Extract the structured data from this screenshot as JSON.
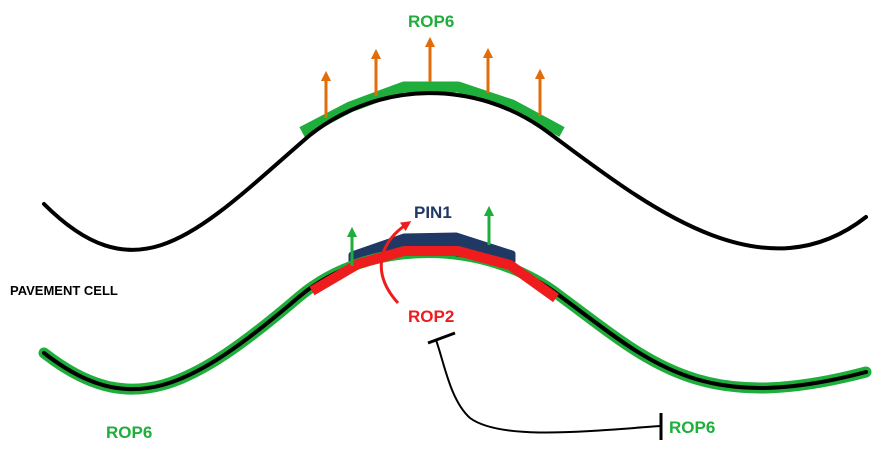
{
  "labels": {
    "rop6_top": "ROP6",
    "pin1": "PIN1",
    "pavement_cell": "PAVEMENT CELL",
    "rop2": "ROP2",
    "rop6_bottom_left": "ROP6",
    "rop6_bottom_right": "ROP6"
  },
  "colors": {
    "membrane": "#000000",
    "rop6": "#1fae3c",
    "rop2": "#ee1c1c",
    "pin1": "#1f3864",
    "growth_arrow": "#e36c0a"
  }
}
